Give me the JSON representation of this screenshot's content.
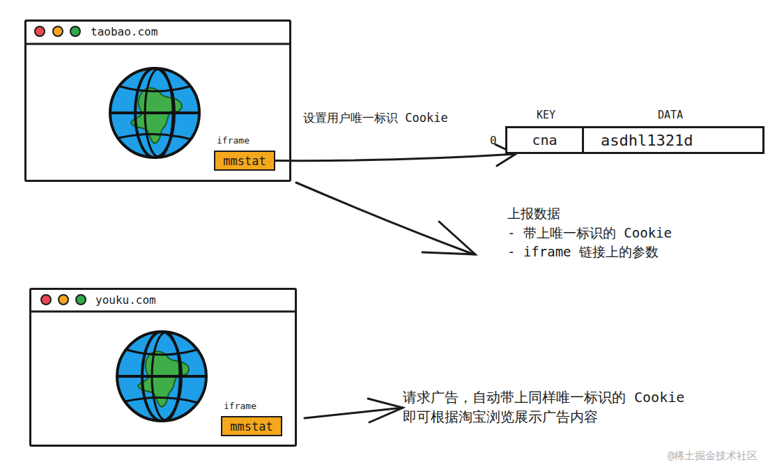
{
  "diagram": {
    "nodes": [
      {
        "text": [
          "taobao.com"
        ]
      },
      {
        "text": [
          "iframe",
          "mmstat"
        ],
        "in": 0
      },
      {
        "text": [
          "cna"
        ]
      },
      {
        "text": [
          "asdhl1321d"
        ]
      },
      {
        "text": [
          "youku.com"
        ]
      },
      {
        "text": [
          "iframe",
          "mmstat"
        ],
        "in": 4
      }
    ],
    "edges": [
      {
        "from": 1,
        "to": 2,
        "label": "设置用户唯一标识 Cookie",
        "arrow": "to"
      }
    ],
    "labels": [
      "KEY",
      "DATA",
      "0",
      "上报数据",
      "- 带上唯一标识的 Cookie",
      "- iframe 链接上的参数",
      "请求广告，自动带上同样唯一标识的 Cookie",
      "即可根据淘宝浏览展示广告内容",
      "@稀土掘金技术社区"
    ]
  }
}
